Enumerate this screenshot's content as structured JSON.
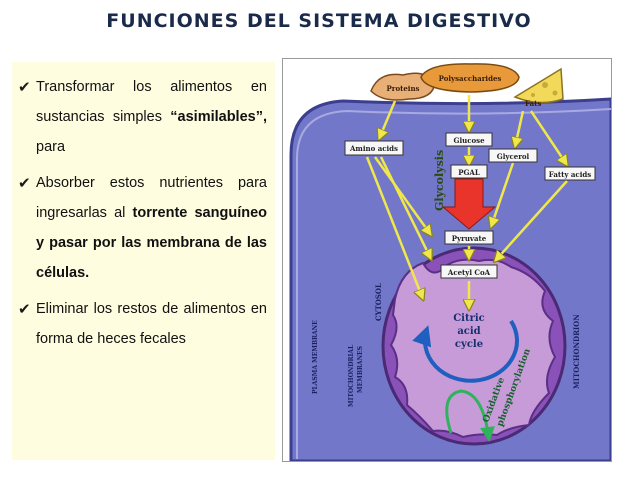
{
  "title": "FUNCIONES DEL SISTEMA  DIGESTIVO",
  "bullets": [
    {
      "pre": "Transformar los alimentos en sustancias simples ",
      "bold": "“asimilables”,",
      "post": " para"
    },
    {
      "pre": "Absorber estos nutrientes para ingresarlas al ",
      "bold": "torrente sanguíneo y pasar por las membrana de las células.",
      "post": ""
    },
    {
      "pre": "Eliminar los restos de alimentos en forma de heces fecales",
      "bold": "",
      "post": ""
    }
  ],
  "diagram": {
    "food": {
      "proteins": "Proteins",
      "polysaccharides": "Polysaccharides",
      "fats": "Fats"
    },
    "boxes": {
      "amino_acids": "Amino acids",
      "glucose": "Glucose",
      "glycerol": "Glycerol",
      "fatty_acids": "Fatty acids",
      "pgal": "PGAL",
      "pyruvate": "Pyruvate",
      "acetyl_coa": "Acetyl CoA"
    },
    "glycolysis": "Glycolysis",
    "cycle": {
      "line1": "Citric",
      "line2": "acid",
      "line3": "cycle"
    },
    "oxidative": {
      "line1": "Oxidative",
      "line2": "phosphorylation"
    },
    "labels": {
      "cytosol": "CYTOSOL",
      "plasma_membrane": "PLASMA MEMBRANE",
      "mito_membranes_1": "MITOCHONDRIAL",
      "mito_membranes_2": "MEMBRANES",
      "mitochondrion": "MITOCHONDRION"
    },
    "colors": {
      "cell": "#7377c9",
      "cell_edge": "#3b3f8e",
      "mito": "#8a52b8",
      "mito_inner": "#c79bd8",
      "arrow": "#f0e84a",
      "glycolysis_arrow": "#e8342b",
      "cycle_arrow": "#1f5fc0",
      "oxphos_arrow": "#2fb35a"
    }
  }
}
